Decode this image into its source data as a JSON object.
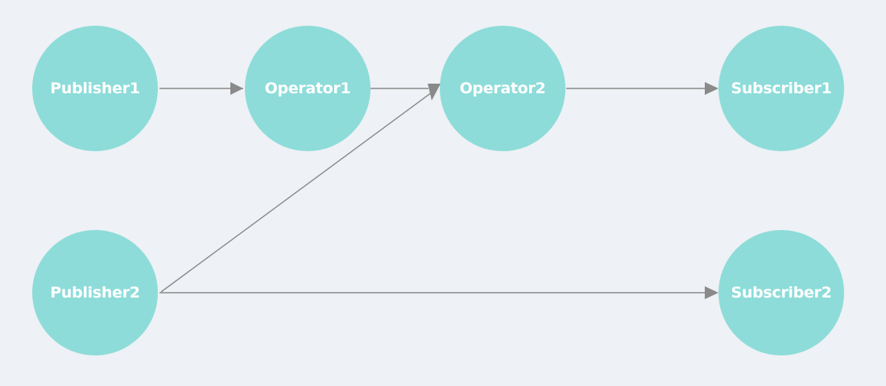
{
  "colors": {
    "background": "#eef1f5",
    "node_fill": "#8ddcd9",
    "node_text": "#ffffff",
    "edge": "#8a8a8a"
  },
  "nodes": {
    "publisher1": {
      "label": "Publisher1"
    },
    "operator1": {
      "label": "Operator1"
    },
    "operator2": {
      "label": "Operator2"
    },
    "subscriber1": {
      "label": "Subscriber1"
    },
    "publisher2": {
      "label": "Publisher2"
    },
    "subscriber2": {
      "label": "Subscriber2"
    }
  },
  "edges": [
    {
      "from": "publisher1",
      "to": "operator1"
    },
    {
      "from": "operator1",
      "to": "operator2"
    },
    {
      "from": "operator2",
      "to": "subscriber1"
    },
    {
      "from": "publisher2",
      "to": "operator2"
    },
    {
      "from": "publisher2",
      "to": "subscriber2"
    }
  ]
}
